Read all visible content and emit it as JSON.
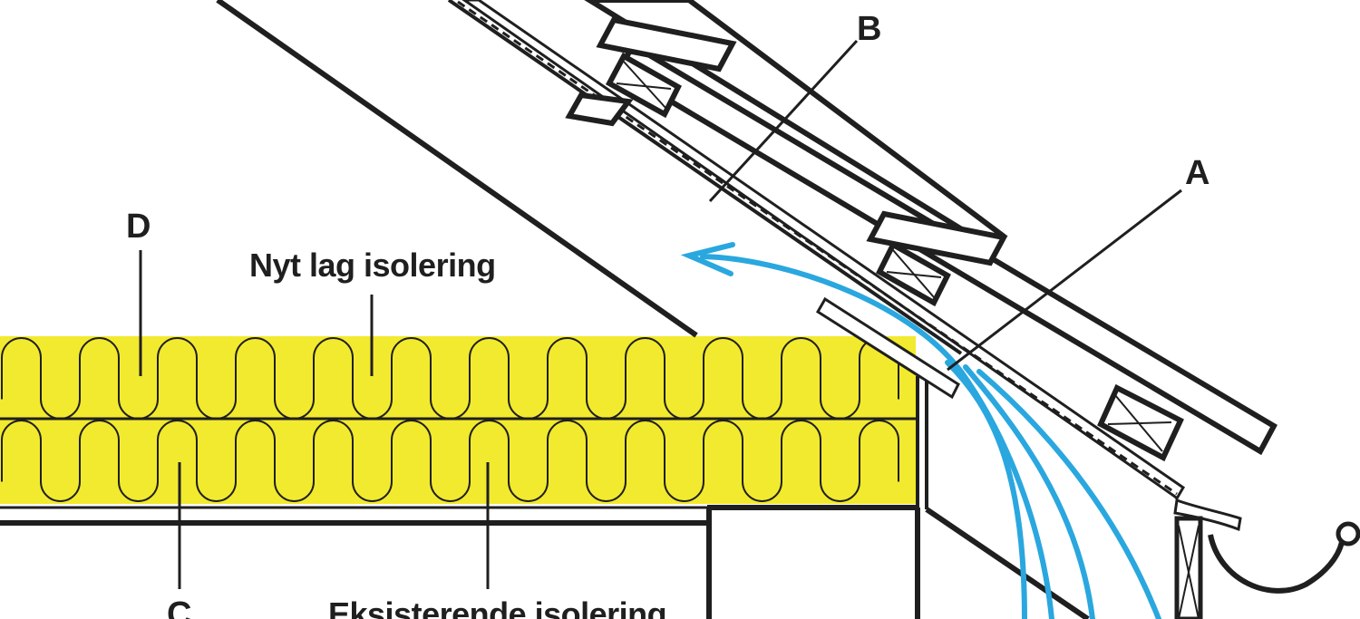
{
  "labels": {
    "a": "A",
    "b": "B",
    "c": "C",
    "d": "D",
    "new_insulation": "Nyt lag isolering",
    "existing_insulation": "Eksisterende isolering"
  },
  "colors": {
    "insulation_fill": "#f2ea2e",
    "airflow": "#2aa7df",
    "line": "#1f1f1f",
    "background": "#ffffff"
  },
  "icons": {
    "airflow_arrow": "arrow-left-icon",
    "batten": "cross-box-icon",
    "gutter": "half-round-gutter-icon"
  }
}
